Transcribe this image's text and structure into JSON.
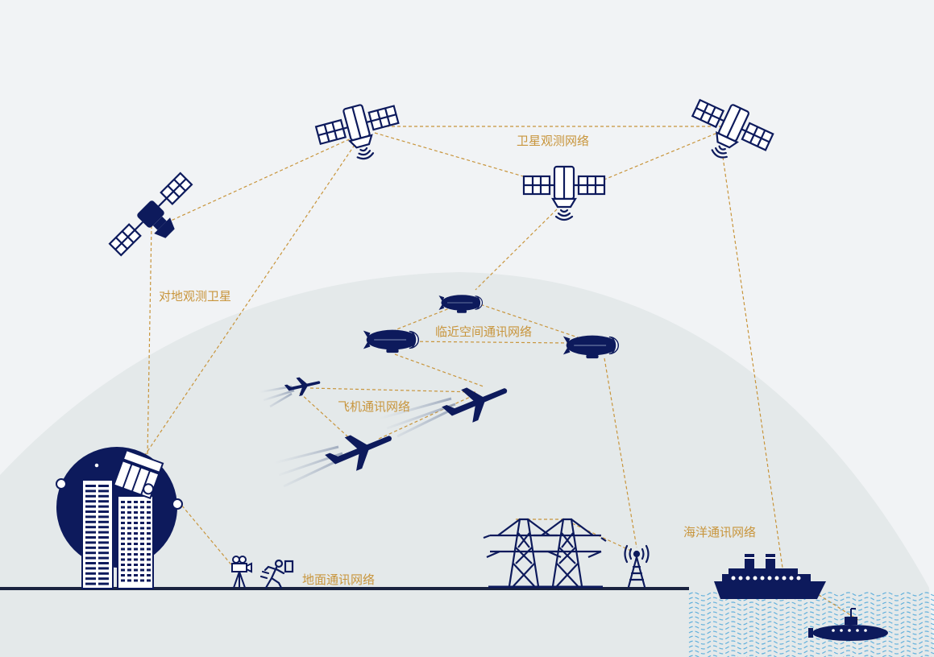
{
  "labels": {
    "satellite_network": "卫星观测网络",
    "earth_observation_satellite": "对地观测卫星",
    "near_space_network": "临近空间通讯网络",
    "aircraft_network": "飞机通讯网络",
    "ground_network": "地面通讯网络",
    "ocean_network": "海洋通讯网络"
  },
  "colors": {
    "background": "#f1f3f5",
    "dome": "#e4e9ea",
    "icon": "#0d1a5c",
    "link": "#c8953c",
    "label": "#c8953c",
    "ground": "#1a2340",
    "wave": "#3a9fd8"
  }
}
